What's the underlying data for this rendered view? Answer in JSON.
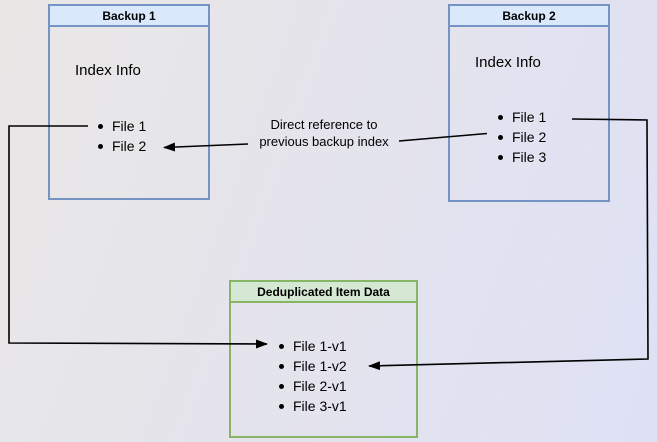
{
  "colors": {
    "blue_fill": "#dae8fc",
    "blue_border": "#7593c3",
    "green_fill": "#d5e8d4",
    "green_border": "#87b565",
    "arrow": "#000000",
    "text": "#000000"
  },
  "backup1": {
    "title": "Backup 1",
    "section_label": "Index Info",
    "files": [
      "File 1",
      "File 2"
    ]
  },
  "backup2": {
    "title": "Backup 2",
    "section_label": "Index Info",
    "files": [
      "File 1",
      "File 2",
      "File 3"
    ]
  },
  "dedup": {
    "title": "Deduplicated Item Data",
    "files": [
      "File 1-v1",
      "File 1-v2",
      "File 2-v1",
      "File 3-v1"
    ]
  },
  "annotation": {
    "line1": "Direct reference to",
    "line2": "previous backup index"
  }
}
